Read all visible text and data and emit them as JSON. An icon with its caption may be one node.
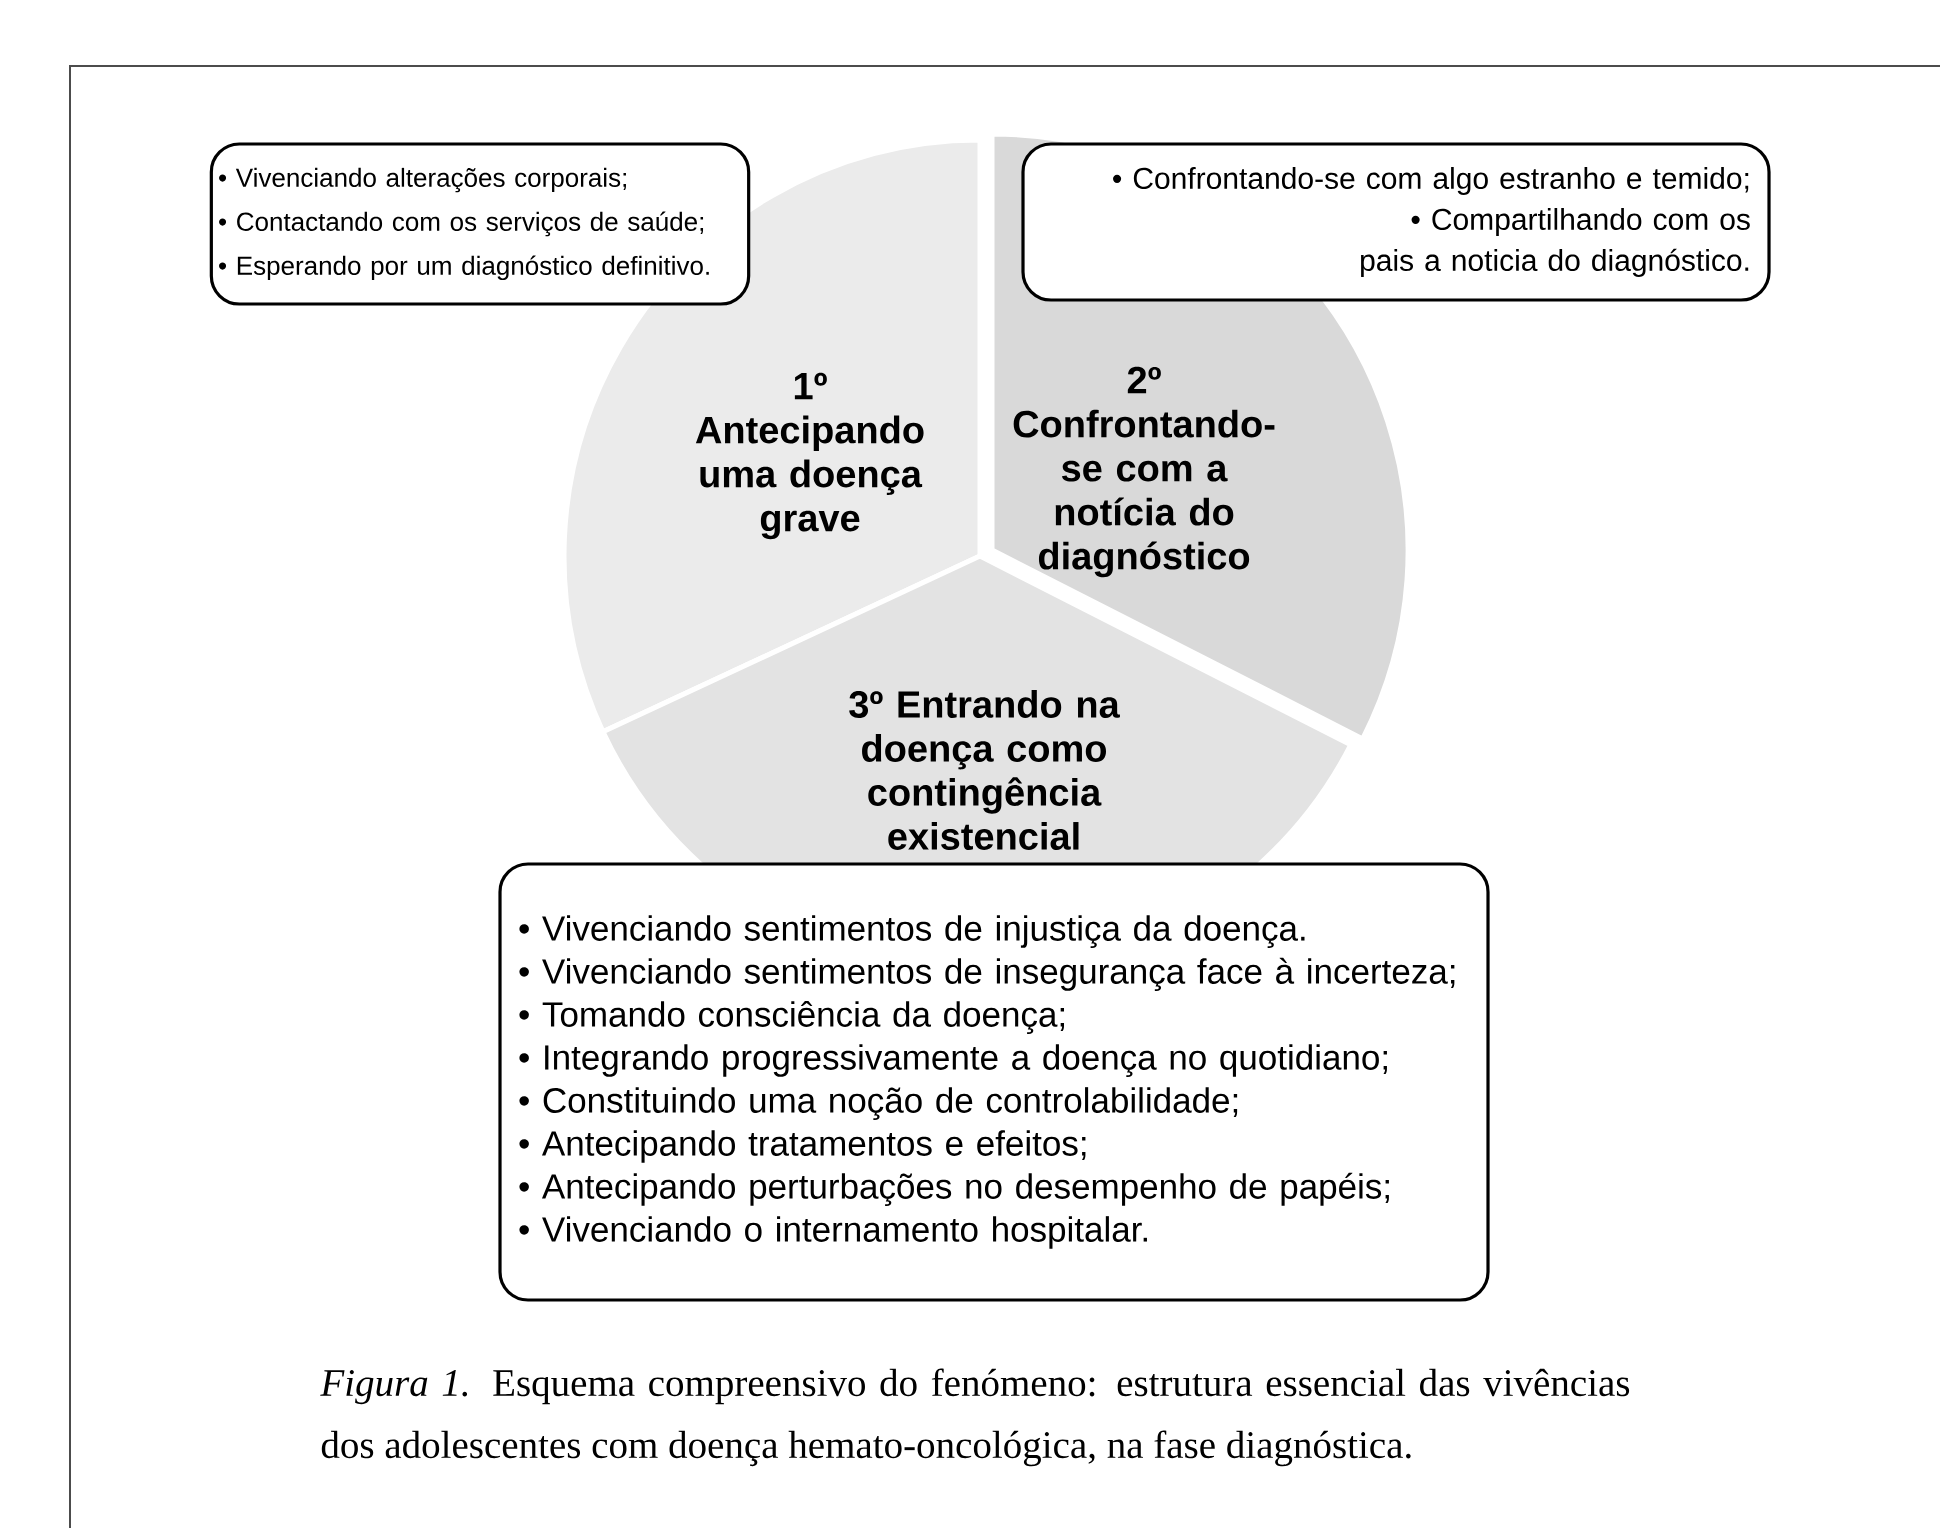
{
  "diagram": {
    "caption": "*Figura 1.* Esquema compreensivo do fenómeno: estrutura essencial das vivências dos adolescentes com doença hemato-oncológica, na fase diagnóstica.",
    "nodes": [
      {
        "text": [
          "• Vivenciando alterações corporais;",
          "• Contactando com os serviços de saúde;",
          "• Esperando por um diagnóstico definitivo."
        ]
      },
      {
        "text": [
          "• Confrontando-se com algo estranho e temido;",
          "• Compartilhando com os pais a noticia do diagnóstico."
        ]
      },
      {
        "text": [
          "1º Antecipando uma doença grave"
        ]
      },
      {
        "text": [
          "2º Confrontando-se com a notícia do diagnóstico"
        ]
      },
      {
        "text": [
          "3º Entrando na doença como contingência existencial"
        ]
      },
      {
        "text": [
          "• Vivenciando sentimentos de injustiça da doença.",
          "• Vivenciando sentimentos de insegurança face à incerteza;",
          "• Tomando consciência da doença;",
          "• Integrando progressivamente a doença no quotidiano;",
          "• Constituindo uma noção de controlabilidade;",
          "• Antecipando tratamentos e efeitos;",
          "• Antecipando perturbações no desempenho de papéis;",
          "• Vivenciando o internamento hospitalar."
        ]
      }
    ]
  }
}
